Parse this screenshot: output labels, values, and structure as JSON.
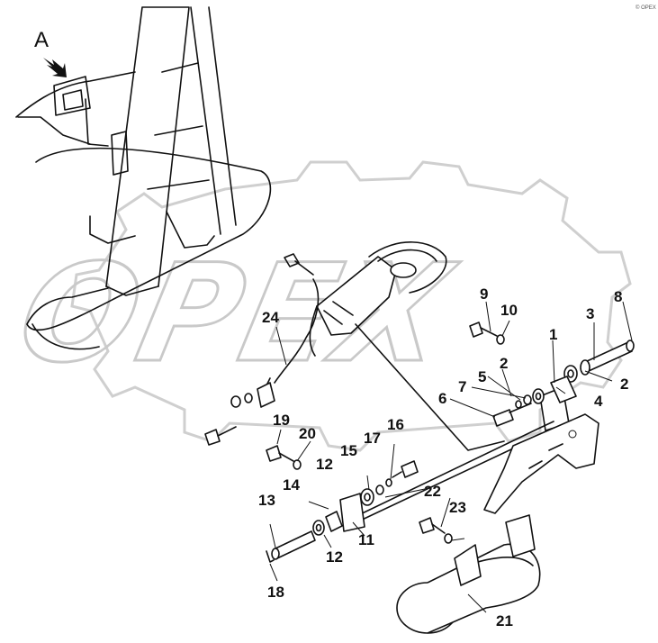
{
  "view_label": "A",
  "corner_mark": "© OPEX",
  "watermark": {
    "text": "OPEX",
    "color": "#c9c9c9"
  },
  "part_labels": {
    "p1": "1",
    "p2a": "2",
    "p2b": "2",
    "p3": "3",
    "p4": "4",
    "p5": "5",
    "p6": "6",
    "p7": "7",
    "p8": "8",
    "p9": "9",
    "p10": "10",
    "p11": "11",
    "p12a": "12",
    "p12b": "12",
    "p13": "13",
    "p14": "14",
    "p15": "15",
    "p16": "16",
    "p17": "17",
    "p18": "18",
    "p19": "19",
    "p20": "20",
    "p21": "21",
    "p22": "22",
    "p23": "23",
    "p24": "24"
  }
}
